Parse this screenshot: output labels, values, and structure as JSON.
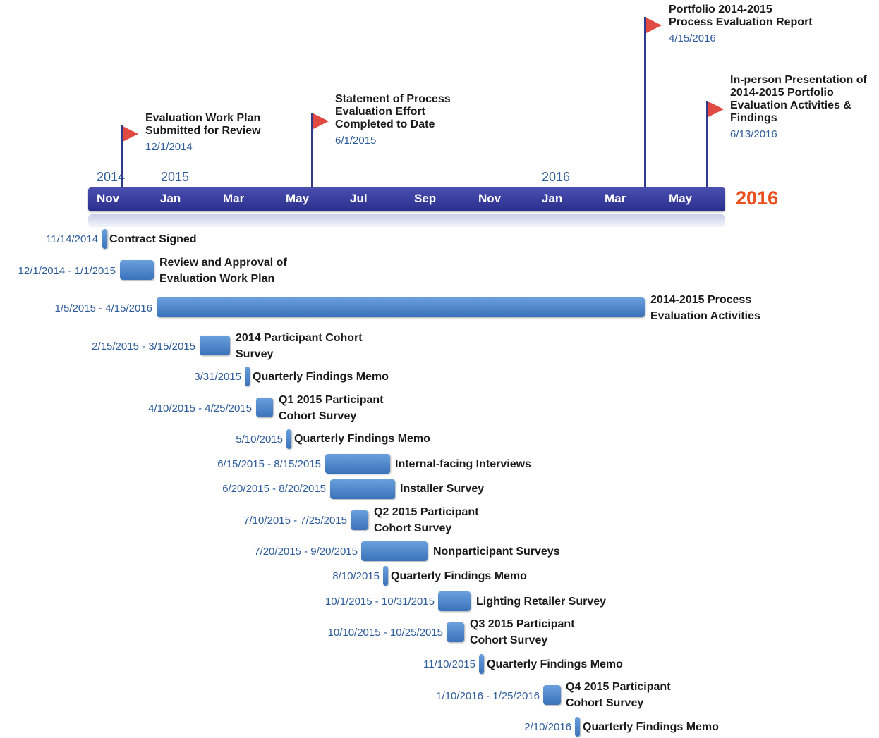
{
  "timeline": {
    "years": [
      "2014",
      "2015",
      "2016"
    ],
    "months": [
      "Nov",
      "Jan",
      "Mar",
      "May",
      "Jul",
      "Sep",
      "Nov",
      "Jan",
      "Mar",
      "May"
    ],
    "end_year": "2016",
    "bar_color": "#2e3390",
    "end_year_color": "#e8501e"
  },
  "milestones": [
    {
      "title_lines": [
        "Evaluation Work Plan",
        "Submitted for Review"
      ],
      "date": "12/1/2014"
    },
    {
      "title_lines": [
        "Statement of Process",
        "Evaluation Effort",
        "Completed to Date"
      ],
      "date": "6/1/2015"
    },
    {
      "title_lines": [
        "Portfolio 2014-2015",
        "Process Evaluation Report"
      ],
      "date": "4/15/2016"
    },
    {
      "title_lines": [
        "In-person Presentation of",
        "2014-2015 Portfolio",
        "Evaluation Activities &",
        "Findings"
      ],
      "date": "6/13/2016"
    }
  ],
  "tasks": [
    {
      "date": "11/14/2014",
      "label_lines": [
        "Contract Signed"
      ]
    },
    {
      "date": "12/1/2014 - 1/1/2015",
      "label_lines": [
        "Review and Approval of",
        "Evaluation Work Plan"
      ]
    },
    {
      "date": "1/5/2015 - 4/15/2016",
      "label_lines": [
        "2014-2015 Process",
        "Evaluation Activities"
      ]
    },
    {
      "date": "2/15/2015 - 3/15/2015",
      "label_lines": [
        "2014 Participant Cohort",
        "Survey"
      ]
    },
    {
      "date": "3/31/2015",
      "label_lines": [
        "Quarterly Findings Memo"
      ]
    },
    {
      "date": "4/10/2015 - 4/25/2015",
      "label_lines": [
        "Q1 2015 Participant",
        "Cohort Survey"
      ]
    },
    {
      "date": "5/10/2015",
      "label_lines": [
        "Quarterly Findings Memo"
      ]
    },
    {
      "date": "6/15/2015 - 8/15/2015",
      "label_lines": [
        "Internal-facing Interviews"
      ]
    },
    {
      "date": "6/20/2015 - 8/20/2015",
      "label_lines": [
        "Installer Survey"
      ]
    },
    {
      "date": "7/10/2015 - 7/25/2015",
      "label_lines": [
        "Q2 2015 Participant",
        "Cohort Survey"
      ]
    },
    {
      "date": "7/20/2015 - 9/20/2015",
      "label_lines": [
        "Nonparticipant Surveys"
      ]
    },
    {
      "date": "8/10/2015",
      "label_lines": [
        "Quarterly Findings Memo"
      ]
    },
    {
      "date": "10/1/2015 - 10/31/2015",
      "label_lines": [
        "Lighting Retailer Survey"
      ]
    },
    {
      "date": "10/10/2015 - 10/25/2015",
      "label_lines": [
        "Q3 2015 Participant",
        "Cohort Survey"
      ]
    },
    {
      "date": "11/10/2015",
      "label_lines": [
        "Quarterly Findings Memo"
      ]
    },
    {
      "date": "1/10/2016 - 1/25/2016",
      "label_lines": [
        "Q4 2015 Participant",
        "Cohort Survey"
      ]
    },
    {
      "date": "2/10/2016",
      "label_lines": [
        "Quarterly Findings Memo"
      ]
    }
  ]
}
